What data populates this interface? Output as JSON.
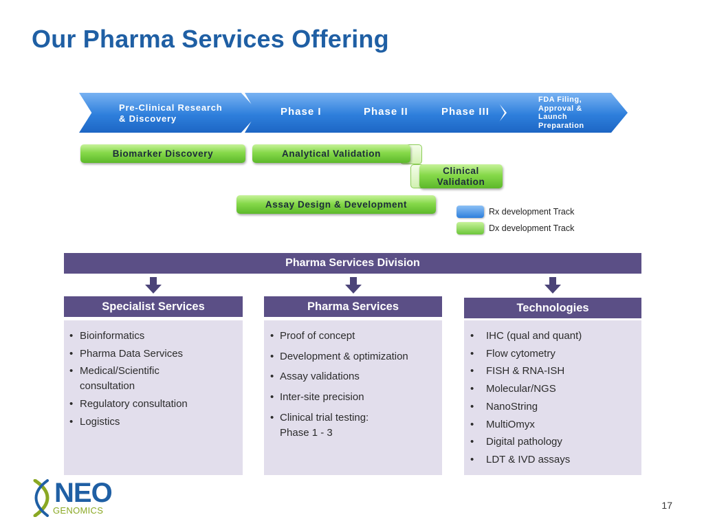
{
  "slide": {
    "title": "Our Pharma Services Offering",
    "page_number": "17"
  },
  "phases": [
    {
      "label": "Pre-Clinical Research\n& Discovery"
    },
    {
      "label": "Phase I"
    },
    {
      "label": "Phase II"
    },
    {
      "label": "Phase III"
    },
    {
      "label": "FDA Filing,\nApproval &\nLaunch\nPreparation"
    }
  ],
  "dx_tracks": {
    "biomarker": "Biomarker Discovery",
    "analytical": "Analytical Validation",
    "clinical": "Clinical\nValidation",
    "assay": "Assay Design & Development"
  },
  "legend": {
    "rx": "Rx development Track",
    "dx": "Dx development Track"
  },
  "division": {
    "label": "Pharma Services Division"
  },
  "columns": [
    {
      "title": "Specialist Services",
      "items": [
        "Bioinformatics",
        "Pharma Data Services",
        "Medical/Scientific",
        "consultation",
        "Regulatory consultation",
        "Logistics"
      ]
    },
    {
      "title": "Pharma Services",
      "items": [
        "Proof of concept",
        "Development & optimization",
        "Assay validations",
        "Inter-site precision",
        "Clinical trial testing:",
        "Phase 1 - 3"
      ]
    },
    {
      "title": "Technologies",
      "items": [
        "IHC (qual and quant)",
        "Flow cytometry",
        "FISH & RNA-ISH",
        "Molecular/NGS",
        "NanoString",
        "MultiOmyx",
        "Digital pathology",
        "LDT & IVD assays"
      ]
    }
  ],
  "logo": {
    "main": "NEO",
    "sub": "GENOMICS"
  },
  "colors": {
    "title": "#1f5fa4",
    "rx_blue": "#2e7fdc",
    "dx_green": "#86d94a",
    "division_purple": "#5b4f86",
    "column_fill": "#e2deec"
  }
}
